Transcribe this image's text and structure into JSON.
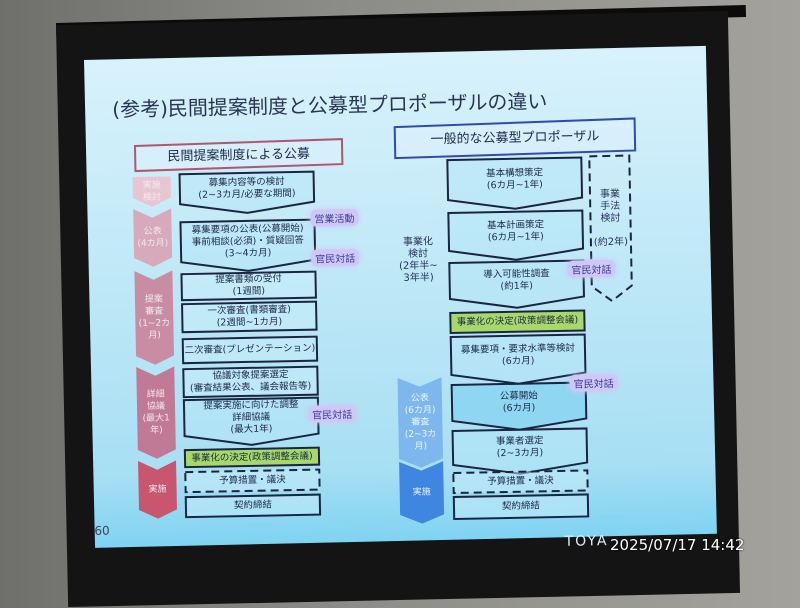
{
  "slide": {
    "title": "(参考)民間提案制度と公募型プロポーザルの違い",
    "page_number": "60",
    "watermark": "TOYA",
    "left": {
      "header": "民間提案制度による公募",
      "phases": [
        "実施\n検討",
        "公表\n(4カ月)",
        "提案\n審査\n(1~2カ月)",
        "詳細\n協議\n(最大1年)",
        "実施"
      ],
      "steps": [
        "募集内容等の検討\n(2~3カ月/必要な期間)",
        "募集要項の公表(公募開始)\n事前相談(必須)・質疑回答\n(3~4カ月)",
        "提案書類の受付\n(1週間)",
        "一次審査(書類審査)\n(2週間~1カ月)",
        "二次審査(プレゼンテーション)",
        "協議対象提案選定\n(審査結果公表、議会報告等)",
        "提案実施に向けた調整\n詳細協議\n(最大1年)",
        "事業化の決定(政策調整会議)",
        "予算措置・議決",
        "契約締結"
      ],
      "tags": [
        "営業活動",
        "官民対話",
        "官民対話"
      ]
    },
    "right": {
      "header": "一般的な公募型プロポーザル",
      "side_label": "事業化\n検討\n(2年半~\n3年半)",
      "method_label": "事業\n手法\n検討\n\n(約2年)",
      "phases": [
        "公表\n(6カ月)\n審査\n(2~3カ月)",
        "実施"
      ],
      "steps": [
        "基本構想策定\n(6カ月~1年)",
        "基本計画策定\n(6カ月~1年)",
        "導入可能性調査\n(約1年)",
        "事業化の決定(政策調整会議)",
        "募集要項・要求水準等検討\n(6カ月)",
        "公募開始\n(6カ月)",
        "事業者選定\n(2~3カ月)",
        "予算措置・議決",
        "契約締結"
      ],
      "tags": [
        "官民対話",
        "官民対話"
      ]
    }
  },
  "photo_timestamp": "2025/07/17 14:42",
  "colors": {
    "left_phase": "#c0708a",
    "right_phase": "#3f86e0",
    "decision": "#a6d96a",
    "border": "#1c2540"
  }
}
